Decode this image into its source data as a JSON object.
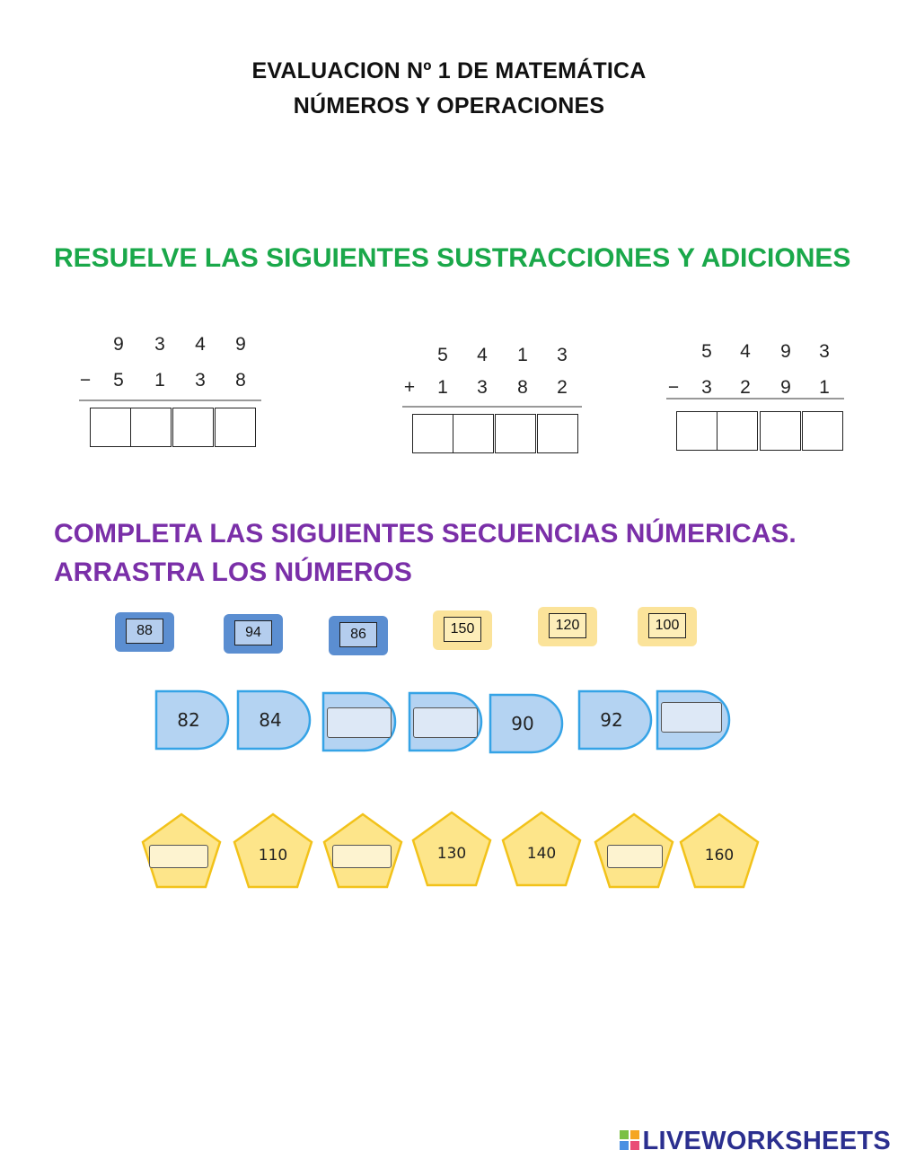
{
  "header": {
    "line1": "EVALUACION Nº 1 DE MATEMÁTICA",
    "line2": "NÚMEROS Y OPERACIONES"
  },
  "section1": {
    "title": "RESUELVE LAS SIGUIENTES SUSTRACCIONES Y ADICIONES"
  },
  "operations": [
    {
      "top": [
        "9",
        "3",
        "4",
        "9"
      ],
      "operator": "−",
      "bottom": [
        "5",
        "1",
        "3",
        "8"
      ]
    },
    {
      "top": [
        "5",
        "4",
        "1",
        "3"
      ],
      "operator": "+",
      "bottom": [
        "1",
        "3",
        "8",
        "2"
      ]
    },
    {
      "top": [
        "5",
        "4",
        "9",
        "3"
      ],
      "operator": "−",
      "bottom": [
        "3",
        "2",
        "9",
        "1"
      ]
    }
  ],
  "section2": {
    "title_line1": "COMPLETA LAS SIGUIENTES SECUENCIAS NÚMERICAS.",
    "title_line2": "ARRASTRA LOS NÚMEROS"
  },
  "drag_chips": [
    {
      "value": "88",
      "color": "blue"
    },
    {
      "value": "94",
      "color": "blue"
    },
    {
      "value": "86",
      "color": "blue"
    },
    {
      "value": "150",
      "color": "yellow"
    },
    {
      "value": "120",
      "color": "yellow"
    },
    {
      "value": "100",
      "color": "yellow"
    }
  ],
  "sequence_blue": [
    "82",
    "84",
    "",
    "",
    "90",
    "92",
    ""
  ],
  "sequence_yellow": [
    "",
    "110",
    "",
    "130",
    "140",
    "",
    "160"
  ],
  "colors": {
    "green_heading": "#1aa84a",
    "purple_heading": "#7a2fa8",
    "blue_shape_fill": "#b4d3f2",
    "blue_shape_stroke": "#35a3e6",
    "yellow_shape_fill": "#fde58a",
    "yellow_shape_stroke": "#f2c21a"
  },
  "brand": {
    "text": "LIVEWORKSHEETS"
  }
}
